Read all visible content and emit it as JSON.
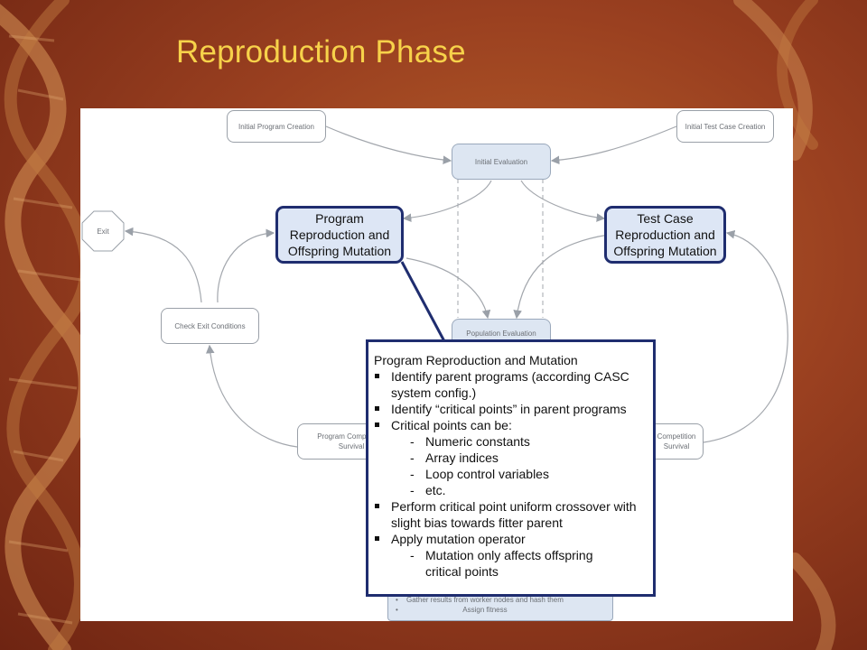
{
  "slide": {
    "title": "Reproduction Phase"
  },
  "colors": {
    "title": "#f7d24a",
    "background": "#9a4020",
    "emphasis_border": "#1f2d6f",
    "evaluation_fill": "#dde6f2"
  },
  "diagram": {
    "nodes": {
      "initial_program_creation": "Initial Program Creation",
      "initial_test_case_creation": "Initial Test Case Creation",
      "initial_evaluation": "Initial Evaluation",
      "program_reproduction": [
        "Program",
        "Reproduction and",
        "Offspring Mutation"
      ],
      "test_case_reproduction": [
        "Test Case",
        "Reproduction and",
        "Offspring Mutation"
      ],
      "exit": "Exit",
      "check_exit_conditions": "Check Exit Conditions",
      "population_evaluation": "Population Evaluation",
      "program_competition": [
        "Program Competition",
        "Survival"
      ],
      "test_case_competition": [
        "Competition",
        "Survival"
      ],
      "gather_items": [
        "Gather results from worker nodes and hash them",
        "Assign fitness"
      ]
    }
  },
  "callout": {
    "heading": "Program Reproduction and Mutation",
    "bullets": [
      "Identify parent programs (according CASC system config.)",
      "Identify “critical points” in parent programs",
      "Critical points can be:",
      "Perform critical point uniform crossover with slight bias towards fitter parent",
      "Apply mutation operator"
    ],
    "critical_points": [
      "Numeric constants",
      "Array indices",
      "Loop control variables",
      "etc."
    ],
    "mutation_note": "Mutation only affects offspring critical points"
  }
}
